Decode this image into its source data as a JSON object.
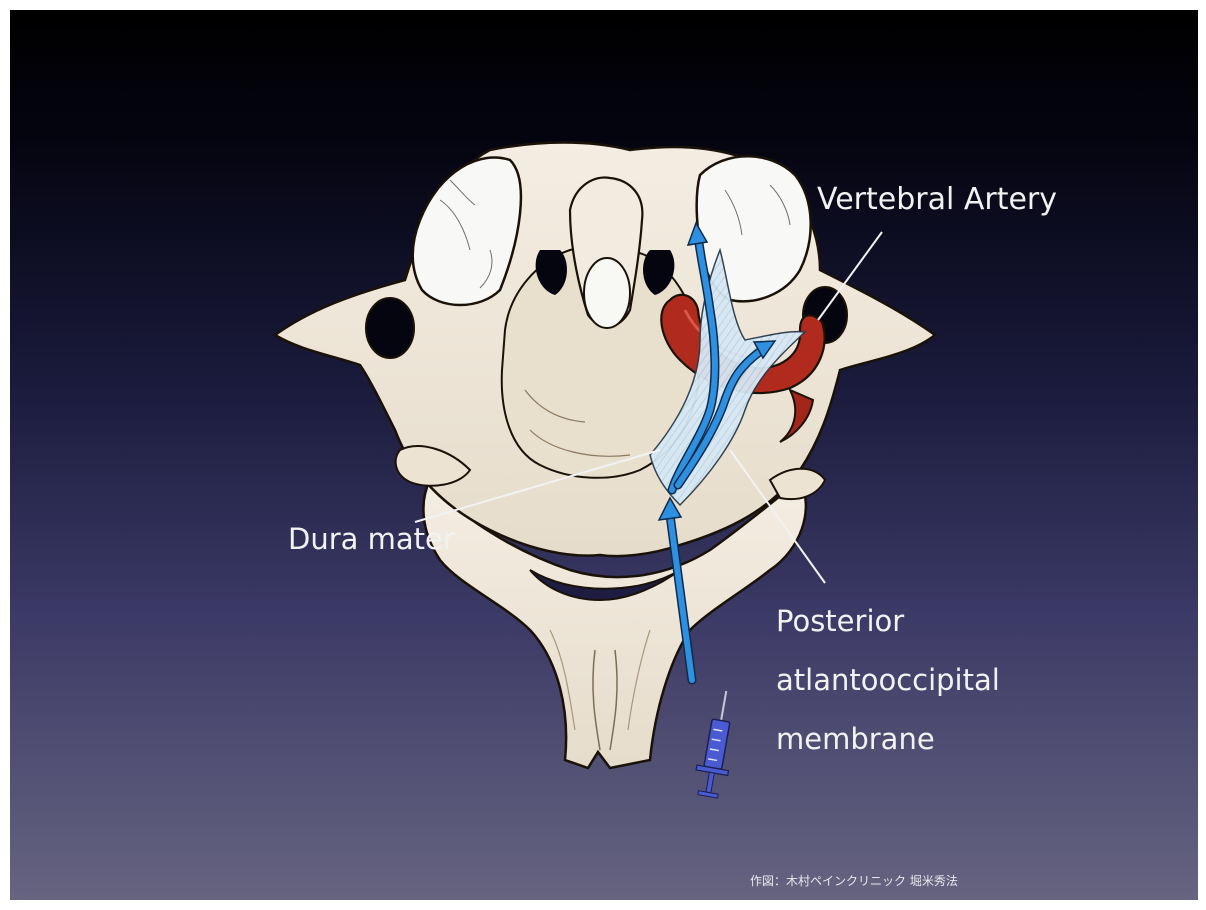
{
  "labels": {
    "vertebral_artery": "Vertebral Artery",
    "dura_mater": "Dura mater",
    "posterior_membrane": [
      "Posterior",
      "atlantooccipital",
      "membrane"
    ]
  },
  "credit": "作図：木村ペインクリニック  堀米秀法",
  "colors": {
    "bone": "#efe6d8",
    "bone_shadow": "#d6c8b2",
    "cartilage": "#f7f7f4",
    "artery": "#b42a1e",
    "membrane": "#cfe3f2",
    "arrow": "#2f8fe0",
    "syringe": "#4a5ad0"
  },
  "icons": [
    "syringe-icon",
    "injection-arrow-icon",
    "spread-arrow-icon"
  ]
}
